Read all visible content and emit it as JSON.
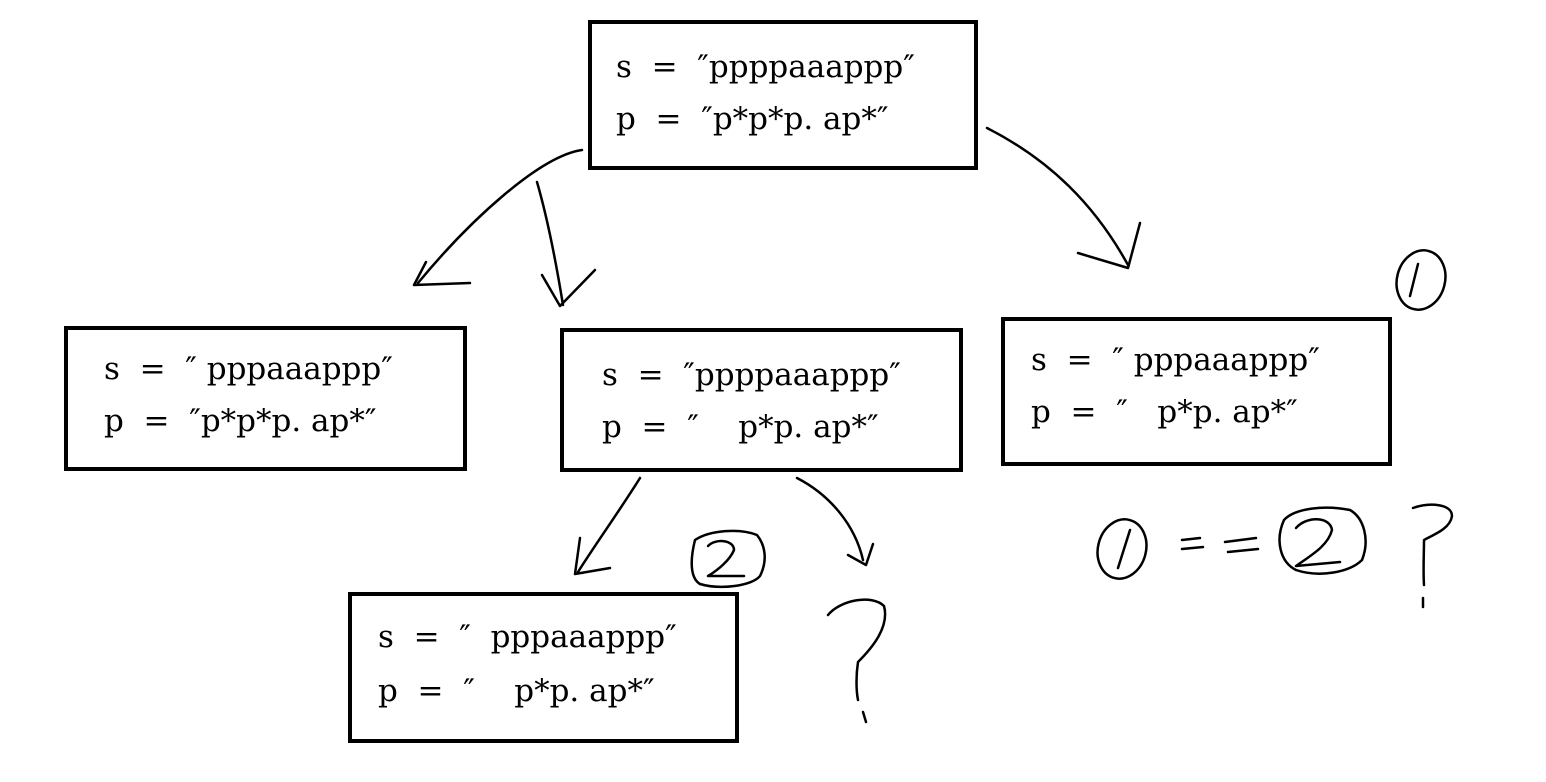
{
  "nodes": {
    "root": {
      "s": "s  =  ″ppppaaappp″",
      "p": "p  =  ″p*p*p. ap*″"
    },
    "left": {
      "s": "s  =  ″ pppaaappp″",
      "p": "p  =  ″p*p*p. ap*″"
    },
    "middle": {
      "s": "s  =  ″ppppaaappp″",
      "p": "p  =  ″    p*p. ap*″"
    },
    "right": {
      "s": "s  =  ″ pppaaappp″",
      "p": "p  =  ″   p*p. ap*″"
    },
    "bottom": {
      "s": "s  =  ″  pppaaappp″",
      "p": "p  =  ″    p*p. ap*″"
    }
  },
  "annotations": {
    "circle_1": "1",
    "circle_2": "2",
    "equals": "==",
    "question": "?"
  }
}
